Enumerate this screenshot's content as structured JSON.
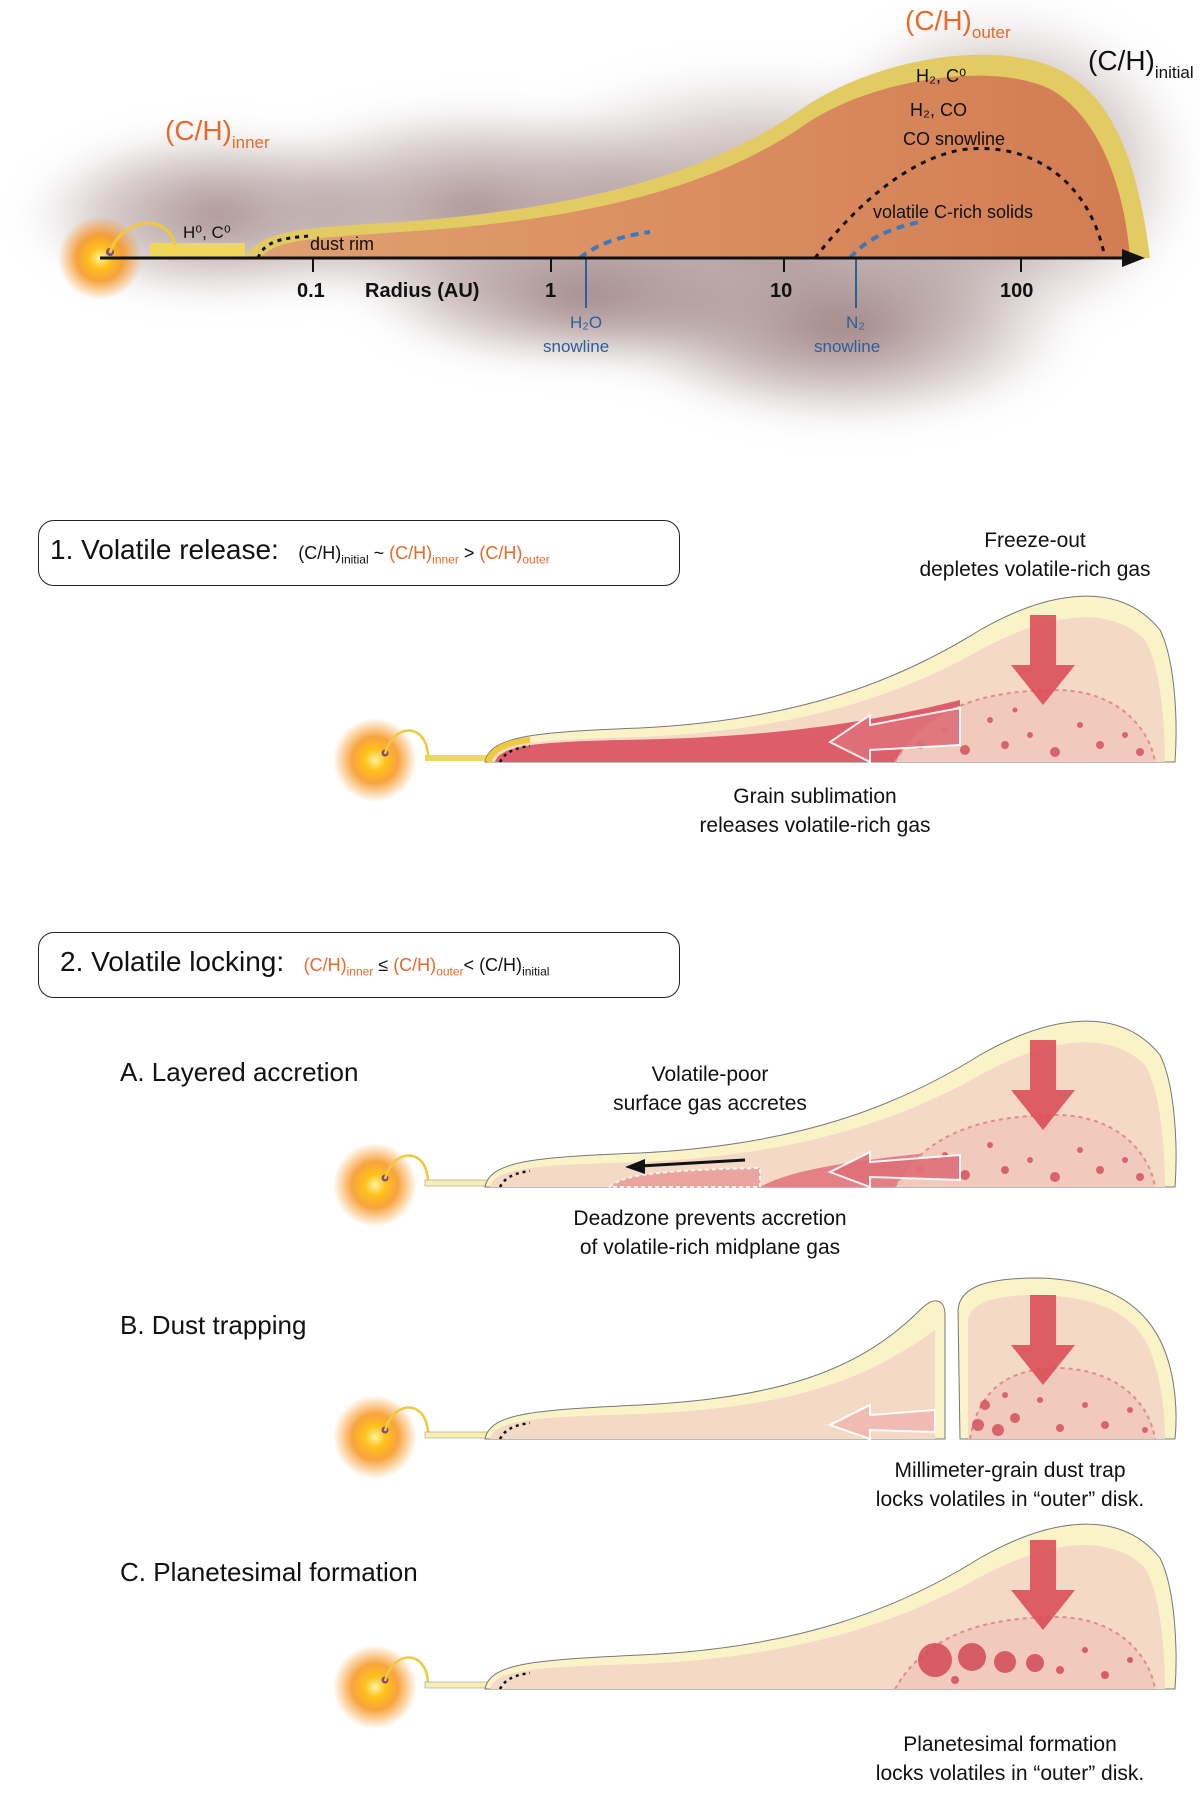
{
  "top_diagram": {
    "ch_inner": "(C/H)",
    "ch_inner_sub": "inner",
    "ch_outer": "(C/H)",
    "ch_outer_sub": "outer",
    "ch_initial": "(C/H)",
    "ch_initial_sub": "initial",
    "h0_c0": "H⁰, C⁰",
    "dust_rim": "dust rim",
    "h2_c0": "H₂, C⁰",
    "h2_co": "H₂, CO",
    "co_snowline": "CO snowline",
    "volatile_solids": "volatile C-rich solids",
    "axis_label": "Radius (AU)",
    "ticks": [
      "0.1",
      "1",
      "10",
      "100"
    ],
    "h2o_snowline_1": "H₂O",
    "h2o_snowline_2": "snowline",
    "n2_snowline_1": "N₂",
    "n2_snowline_2": "snowline"
  },
  "section1": {
    "title": "1. Volatile release:",
    "eq_a": "(C/H)",
    "eq_a_sub": "initial",
    "eq_op1": " ~ ",
    "eq_b": "(C/H)",
    "eq_b_sub": "inner",
    "eq_op2": " > ",
    "eq_c": "(C/H)",
    "eq_c_sub": "outer",
    "note_top_1": "Freeze-out",
    "note_top_2": "depletes volatile-rich gas",
    "note_bottom_1": "Grain sublimation",
    "note_bottom_2": "releases volatile-rich gas"
  },
  "section2": {
    "title": "2. Volatile locking:",
    "eq_a": "(C/H)",
    "eq_a_sub": "inner",
    "eq_op1": " ≤ ",
    "eq_b": "(C/H)",
    "eq_b_sub": "outer",
    "eq_op2": "< ",
    "eq_c": "(C/H)",
    "eq_c_sub": "initial",
    "a_title": "A. Layered accretion",
    "a_note_top_1": "Volatile-poor",
    "a_note_top_2": "surface gas accretes",
    "a_note_bottom_1": "Deadzone prevents accretion",
    "a_note_bottom_2": "of volatile-rich midplane gas",
    "b_title": "B. Dust trapping",
    "b_note_1": "Millimeter-grain dust trap",
    "b_note_2": "locks volatiles in “outer” disk.",
    "c_title": "C. Planetesimal formation",
    "c_note_1": "Planetesimal formation",
    "c_note_2": "locks volatiles in “outer” disk."
  },
  "colors": {
    "orange_text": "#e8692a",
    "blue_text": "#2b5f9a",
    "disk_fill": "#d9875c",
    "disk_surface": "#e8cf6a",
    "pale_disk": "#f5d9c7",
    "pale_surface": "#fbf3c8",
    "arrow_red": "#d44a57"
  }
}
